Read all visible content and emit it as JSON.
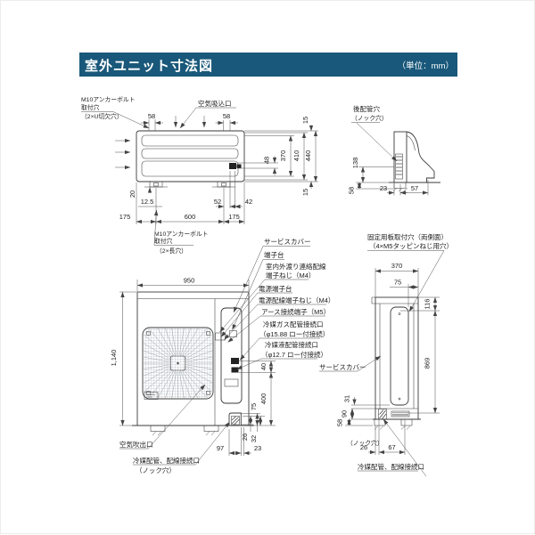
{
  "header": {
    "title": "室外ユニット寸法図",
    "unit_note": "（単位：mm）"
  },
  "colors": {
    "header_bg": "#19587a",
    "line": "#3a3a3a",
    "fitting": "#222222"
  },
  "top_view": {
    "label_anchor_u": [
      "M10アンカーボルト",
      "取付穴",
      "（2×U切欠穴）"
    ],
    "label_air_inlet": "空気吸込口",
    "label_anchor_slot": [
      "M10アンカーボルト",
      "取付穴",
      "（2×長穴）"
    ],
    "d58a": "58",
    "d58b": "58",
    "d15a": "15",
    "d48": "48",
    "d370": "370",
    "d410": "410",
    "d440": "440",
    "d15b": "15",
    "d20": "20",
    "d12_5": "12.5",
    "d52": "52",
    "d42": "42",
    "d175a": "175",
    "d600": "600",
    "d175b": "175"
  },
  "rear_view": {
    "label": [
      "後配管穴",
      "（ノック穴）"
    ],
    "d138": "138",
    "d58": "58",
    "d23": "23",
    "d57": "57"
  },
  "front_view": {
    "d950": "950",
    "d1140": "1,140",
    "d40": "40",
    "d400": "400",
    "d75": "75",
    "d26": "26",
    "d32": "32",
    "d97": "97",
    "d23": "23",
    "labels": {
      "service_cover": "サービスカバー",
      "terminal": "端子台",
      "crossover_l1": "室内外渡り連絡配線",
      "crossover_l2": "端子ねじ（M4）",
      "power_terminal": "電源端子台",
      "power_screw": "電源配線端子ねじ（M4）",
      "earth": "アース接続端子（M5）",
      "gas_l1": "冷媒ガス配管接続口",
      "gas_l2": "（φ15.88 ロー付接続）",
      "liq_l1": "冷媒液配管接続口",
      "liq_l2": "（φ12.7 ロー付接続）",
      "air_outlet": "空気吹出口",
      "pipe_l1": "冷媒配管、配線接続口",
      "pipe_l2": "（ノック穴）"
    }
  },
  "side_view": {
    "d370": "370",
    "d75": "75",
    "d116": "116",
    "d869": "869",
    "d31": "31",
    "d90": "90",
    "d58": "58",
    "d26": "26",
    "d67": "67",
    "labels": {
      "fix_l1": "固定用板取付穴（両側面）",
      "fix_l2": "（4×M5タッピンねじ用穴）",
      "service_cover": "サービスカバー",
      "knockout": "（ノック穴）",
      "pipe": "冷媒配管、配線接続口"
    }
  }
}
